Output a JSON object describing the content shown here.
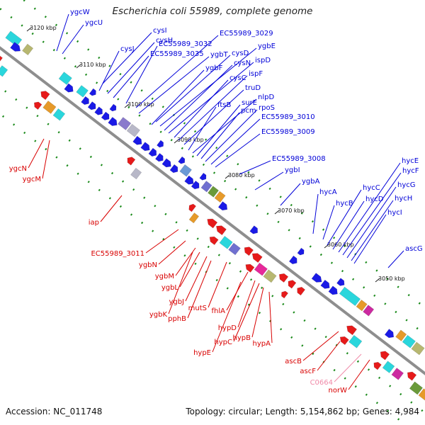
{
  "title": "Escherichia coli 55989, complete genome",
  "footer": {
    "accession": "Accession: NC_011748",
    "summary": "Topology: circular; Length: 5,154,862 bp; Genes: 4,984"
  },
  "colors": {
    "backbone": "#8e8e8e",
    "forward_label": "#0000d8",
    "reverse_label": "#d80000",
    "pseudo_label": "#f08aa8",
    "forward_gene": "#1a1ae6",
    "reverse_gene": "#e61a1a",
    "tick": "#1a8a1a"
  },
  "ticks": [
    {
      "label": "3120 kbp"
    },
    {
      "label": "3110 kbp"
    },
    {
      "label": "3100 kbp"
    },
    {
      "label": "3090 kbp"
    },
    {
      "label": "3080 kbp"
    },
    {
      "label": "3070 kbp"
    },
    {
      "label": "3060 kbp"
    },
    {
      "label": "3050 kbp"
    }
  ],
  "forward_genes": [
    "ygcW",
    "ygcU",
    "cysI",
    "cysJ",
    "cysH",
    "EC55989_3035",
    "EC55989_3032",
    "EC55989_3029",
    "ygbT",
    "cysD",
    "ygbE",
    "ygbF",
    "cysN",
    "ispD",
    "cysC",
    "ispF",
    "truD",
    "ftsB",
    "nlpD",
    "surE",
    "pcm",
    "rpoS",
    "EC55989_3010",
    "EC55989_3009",
    "EC55989_3008",
    "ygbI",
    "ygbA",
    "hycA",
    "hycB",
    "hycC",
    "hycD",
    "hycE",
    "hycF",
    "hycG",
    "hycH",
    "hycI",
    "ascG"
  ],
  "reverse_genes": [
    "ygcN",
    "ygcM",
    "iap",
    "EC55989_3011",
    "ygbN",
    "ygbM",
    "ygbL",
    "ygbJ",
    "ygbK",
    "pphB",
    "mutS",
    "fhlA",
    "hypD",
    "hypC",
    "hypB",
    "hypE",
    "hypA",
    "ascB",
    "ascF",
    "C0664",
    "norW"
  ],
  "pseudo_genes": [
    "C0664"
  ]
}
